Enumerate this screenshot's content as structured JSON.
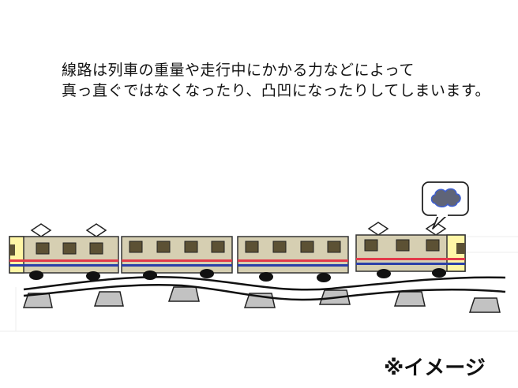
{
  "caption": {
    "line1": "線路は列車の重量や走行中にかかる力などによって",
    "line2": "真っ直ぐではなくなったり、凸凹になったりしてしまいます。"
  },
  "note": "※イメージ",
  "icons": {
    "bubble": "thought-bubble-icon",
    "cloud": "gloomy-cloud-icon",
    "pantograph": "pantograph-icon"
  },
  "colors": {
    "car_body": "#d6cfb2",
    "window": "#5c5134",
    "stripe_red": "#e23a4a",
    "stripe_blue": "#2b3fa8",
    "cab_yellow": "#fff6a6",
    "sleeper": "#c2c2c2",
    "cloud": "#5f6478",
    "cloud_edge": "#3f5fd0"
  }
}
